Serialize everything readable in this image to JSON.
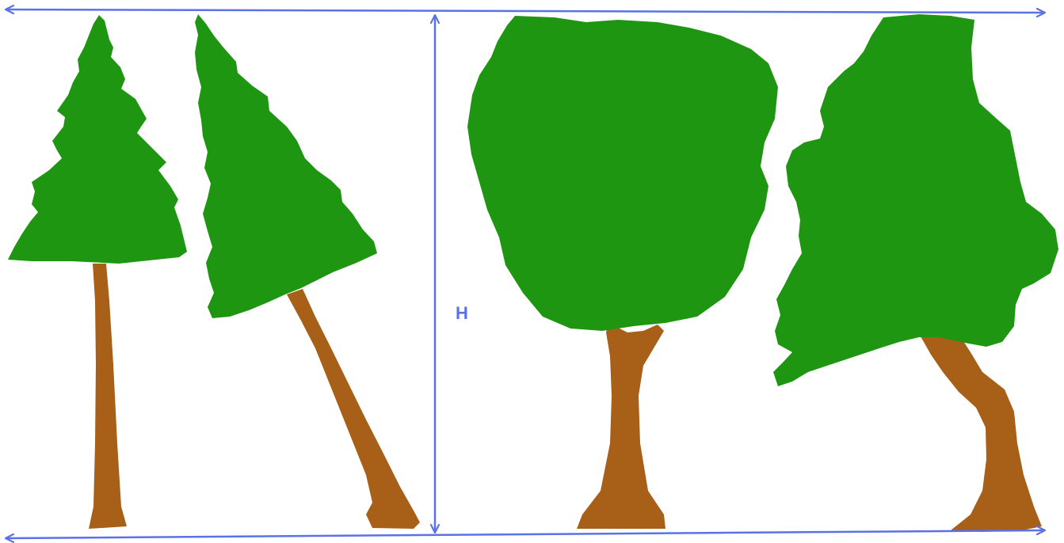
{
  "diagram": {
    "height_label": "H"
  },
  "colors": {
    "foliage": "#1f9612",
    "trunk": "#a85f17",
    "measure_line": "#5b72e6",
    "background": "#ffffff"
  },
  "trees": [
    {
      "kind": "conifer",
      "posture": "upright"
    },
    {
      "kind": "conifer",
      "posture": "leaning"
    },
    {
      "kind": "broadleaf",
      "posture": "upright"
    },
    {
      "kind": "broadleaf",
      "posture": "leaning"
    }
  ],
  "icons": {
    "arrowhead": "arrowhead-icon"
  }
}
